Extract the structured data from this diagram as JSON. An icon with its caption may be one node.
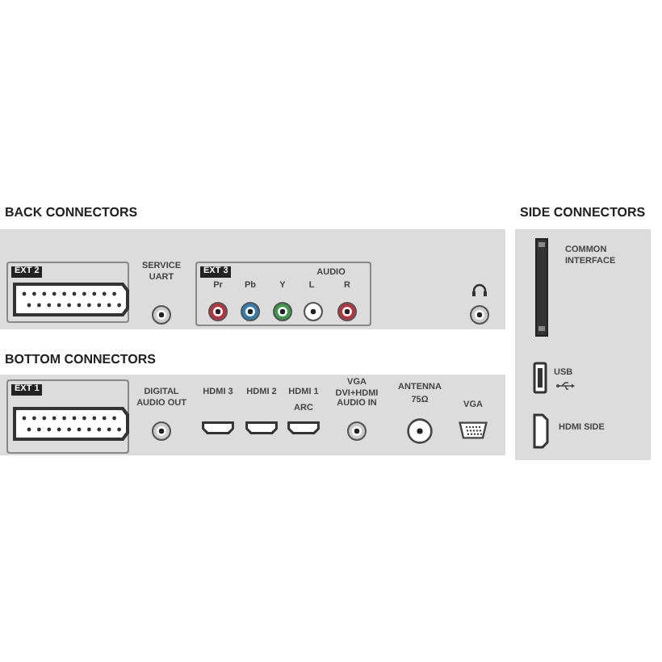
{
  "diagram": {
    "nodes": [
      {
        "text": [
          "BACK CONNECTORS"
        ]
      },
      {
        "text": [
          "EXT 2"
        ],
        "in": 0
      },
      {
        "text": [
          "EXT 3"
        ],
        "in": 0
      },
      {
        "text": [
          "BOTTOM CONNECTORS"
        ]
      },
      {
        "text": [
          "EXT 1"
        ],
        "in": 3
      },
      {
        "text": [
          "SIDE CONNECTORS"
        ]
      }
    ],
    "edges": [],
    "labels": [
      "SERVICE UART",
      "Pr",
      "Pb",
      "Y",
      "L",
      "AUDIO",
      "R",
      "DIGITAL AUDIO OUT",
      "HDMI 3",
      "HDMI 2",
      "HDMI 1",
      "ARC",
      "VGA DVI+HDMI AUDIO IN",
      "ANTENNA",
      "75Ω",
      "VGA",
      "COMMON INTERFACE",
      "USB",
      "HDMI SIDE"
    ]
  }
}
